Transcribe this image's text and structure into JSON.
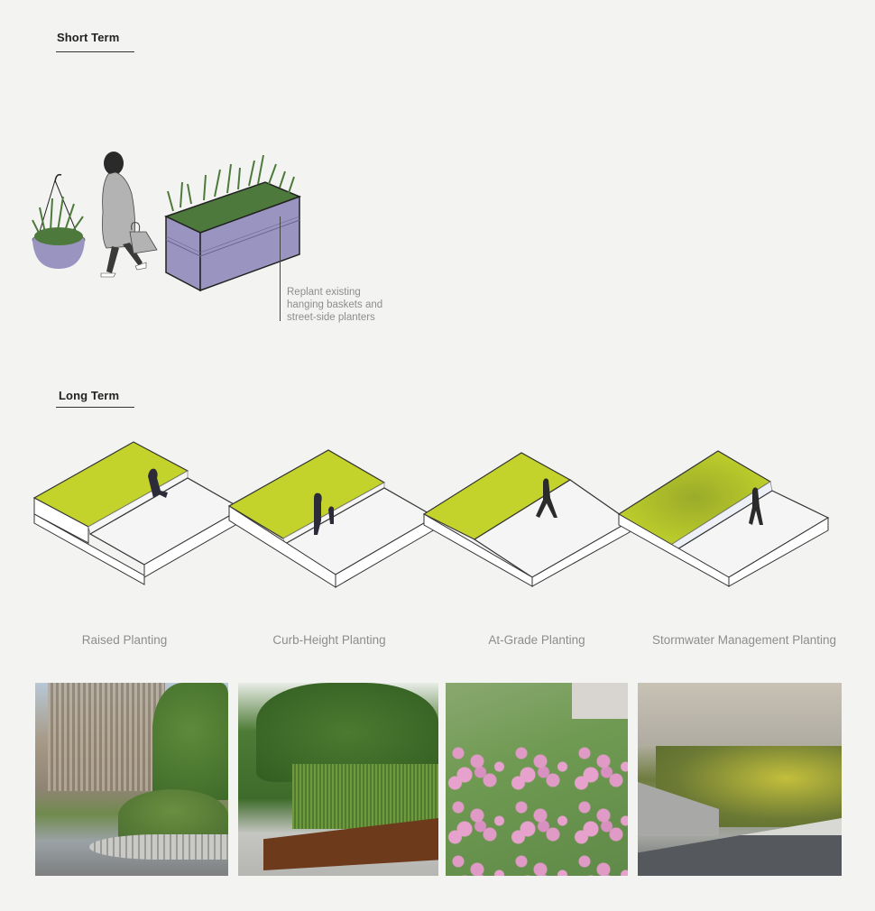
{
  "short_term": {
    "heading": "Short Term",
    "callout": [
      "Replant existing",
      "hanging baskets and",
      "street-side planters"
    ],
    "illustrations": [
      "hanging-basket",
      "pedestrian-with-bag",
      "street-planter"
    ]
  },
  "long_term": {
    "heading": "Long Term",
    "types": [
      {
        "label": "Raised Planting",
        "figure": "seated-person"
      },
      {
        "label": "Curb-Height Planting",
        "figure": "adult-and-child"
      },
      {
        "label": "At-Grade Planting",
        "figure": "walking-person"
      },
      {
        "label": "Stormwater Management Planting",
        "figure": "walking-person"
      }
    ],
    "photos": [
      {
        "subject": "Raised curved bench planter with people seated, slatted wooden facade behind"
      },
      {
        "subject": "Weathering-steel curb-height planter with tall grasses and trees"
      },
      {
        "subject": "At-grade meadow of pink coneflowers"
      },
      {
        "subject": "Stormwater planter with grasses, gravel and curb inlet"
      }
    ]
  },
  "colors": {
    "background": "#f3f4f1",
    "planting_lime": "#c3d32b",
    "planter_purple": "#9a95c0",
    "grass_green": "#4d7a3c",
    "caption_gray": "#8d8d8d"
  }
}
